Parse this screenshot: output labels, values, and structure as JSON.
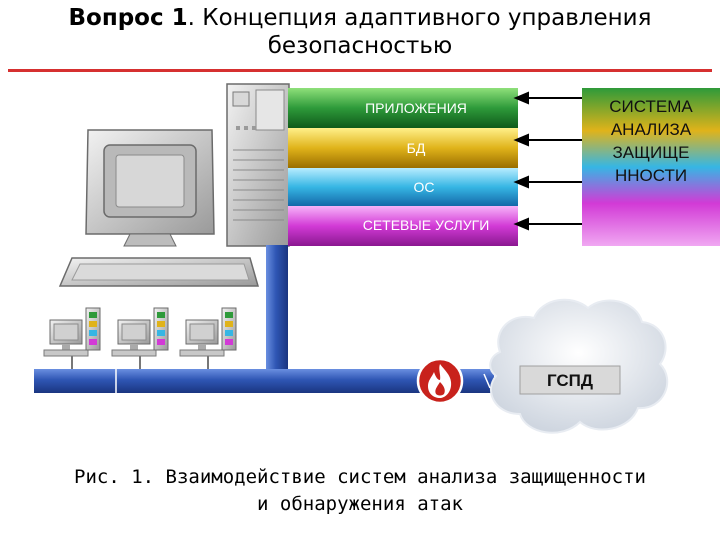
{
  "title": {
    "bold": "Вопрос 1",
    "rest_line1": ". Концепция адаптивного управления",
    "line2": "безопасностью"
  },
  "layers": [
    {
      "label": "ПРИЛОЖЕНИЯ",
      "color": "#2e9a3a"
    },
    {
      "label": "БД",
      "color": "#e0b31a"
    },
    {
      "label": "ОС",
      "color": "#36b6e4"
    },
    {
      "label": "СЕТЕВЫЕ УСЛУГИ",
      "color": "#d23ad6"
    }
  ],
  "analysis_system": {
    "lines": [
      "СИСТЕМА",
      "АНАЛИЗА",
      "ЗАЩИЩЕ",
      "ННОСТИ"
    ]
  },
  "network": {
    "label": "ГСПД"
  },
  "caption": {
    "line1": "Рис. 1. Взаимодействие систем анализа защищенности",
    "line2": "и обнаружения атак"
  },
  "colors": {
    "bus": "#2f56b4",
    "firewall": "#c8221c",
    "title_rule": "#d63030"
  },
  "icons": [
    "server-tower-icon",
    "monitor-icon",
    "keyboard-icon",
    "workstation-icon",
    "firewall-icon",
    "cloud-icon",
    "arrow-left-icon"
  ]
}
